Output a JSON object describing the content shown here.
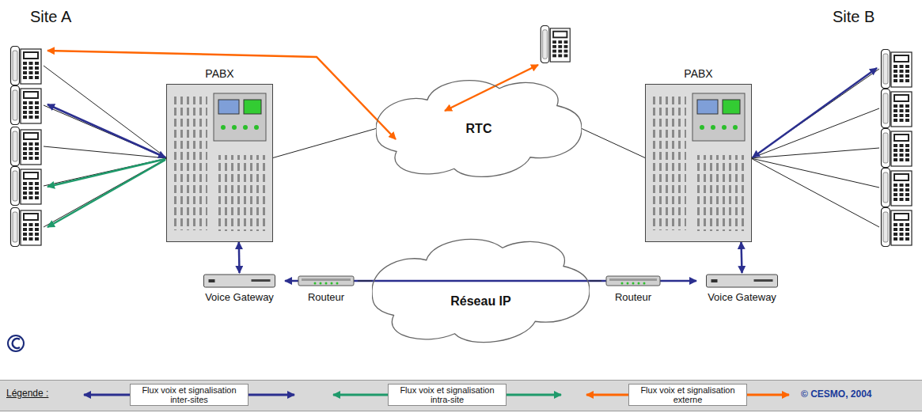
{
  "diagram": {
    "nodes": [
      {
        "text": [
          "PABX"
        ]
      },
      {
        "text": [
          "RTC"
        ]
      },
      {
        "text": [
          "PABX"
        ]
      },
      {
        "text": [
          "Réseau IP"
        ]
      },
      {
        "text": [
          "Voice Gateway"
        ]
      },
      {
        "text": [
          "Routeur"
        ]
      },
      {
        "text": [
          "Routeur"
        ]
      },
      {
        "text": [
          "Voice Gateway"
        ]
      }
    ],
    "edges": [
      {
        "from": 0,
        "to": 1,
        "arrow": "none"
      },
      {
        "from": 1,
        "to": 2,
        "arrow": "none"
      },
      {
        "from": 0,
        "to": 4,
        "arrow": "both"
      },
      {
        "from": 4,
        "to": 7,
        "arrow": "both"
      },
      {
        "from": 5,
        "to": 3,
        "arrow": "none"
      },
      {
        "from": 3,
        "to": 6,
        "arrow": "none"
      },
      {
        "from": 7,
        "to": 2,
        "arrow": "both"
      }
    ],
    "labels": [
      "Site A",
      "Site B",
      "Légende :",
      "© CESMO, 2004"
    ],
    "legend": [
      {
        "text": "Flux voix et signalisation inter-sites"
      },
      {
        "text": "Flux voix et signalisation intra-site"
      },
      {
        "text": "Flux voix et signalisation externe"
      }
    ]
  }
}
